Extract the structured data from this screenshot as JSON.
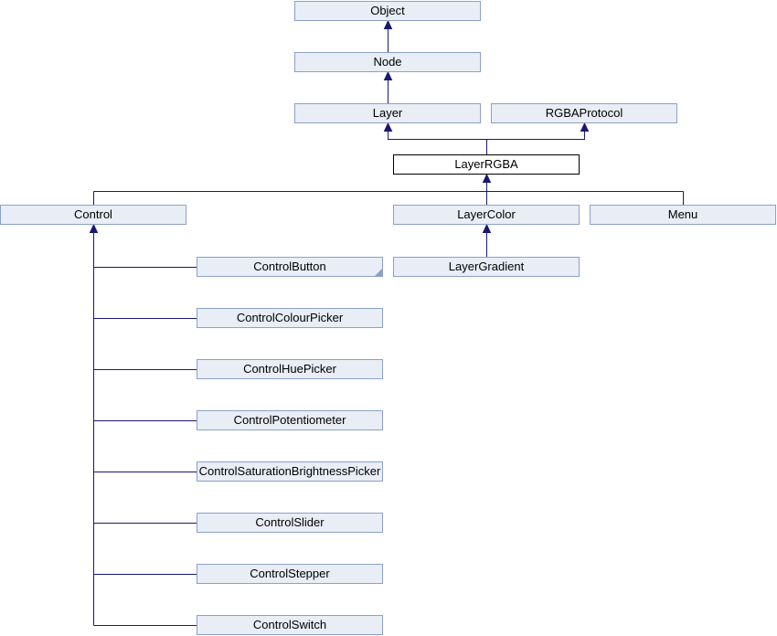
{
  "diagram": {
    "type": "class-inheritance-graph",
    "nodes": {
      "object": {
        "label": "Object"
      },
      "node": {
        "label": "Node"
      },
      "layer": {
        "label": "Layer"
      },
      "rgba_protocol": {
        "label": "RGBAProtocol"
      },
      "layer_rgba": {
        "label": "LayerRGBA",
        "current": true
      },
      "control": {
        "label": "Control"
      },
      "layer_color": {
        "label": "LayerColor"
      },
      "menu": {
        "label": "Menu"
      },
      "control_button": {
        "label": "ControlButton",
        "truncated": true
      },
      "layer_gradient": {
        "label": "LayerGradient"
      },
      "control_colour_picker": {
        "label": "ControlColourPicker"
      },
      "control_hue_picker": {
        "label": "ControlHuePicker"
      },
      "control_potentiometer": {
        "label": "ControlPotentiometer"
      },
      "control_saturation_brightness_picker": {
        "label": "ControlSaturationBrightnessPicker"
      },
      "control_slider": {
        "label": "ControlSlider"
      },
      "control_stepper": {
        "label": "ControlStepper"
      },
      "control_switch": {
        "label": "ControlSwitch"
      }
    },
    "edges": [
      {
        "from": "node",
        "to": "object"
      },
      {
        "from": "layer",
        "to": "node"
      },
      {
        "from": "layer_rgba",
        "to": "layer"
      },
      {
        "from": "layer_rgba",
        "to": "rgba_protocol"
      },
      {
        "from": "control",
        "to": "layer_rgba"
      },
      {
        "from": "layer_color",
        "to": "layer_rgba"
      },
      {
        "from": "menu",
        "to": "layer_rgba"
      },
      {
        "from": "layer_gradient",
        "to": "layer_color"
      },
      {
        "from": "control_button",
        "to": "control"
      },
      {
        "from": "control_colour_picker",
        "to": "control"
      },
      {
        "from": "control_hue_picker",
        "to": "control"
      },
      {
        "from": "control_potentiometer",
        "to": "control"
      },
      {
        "from": "control_saturation_brightness_picker",
        "to": "control"
      },
      {
        "from": "control_slider",
        "to": "control"
      },
      {
        "from": "control_stepper",
        "to": "control"
      },
      {
        "from": "control_switch",
        "to": "control"
      }
    ],
    "colors": {
      "background": "#FFFFFF",
      "node_fill": "#E8EDF6",
      "node_border": "#8CA0C8",
      "highlight_fill": "#FFFFFF",
      "highlight_border": "#000000",
      "edge": "#191970",
      "text": "#000000"
    }
  }
}
